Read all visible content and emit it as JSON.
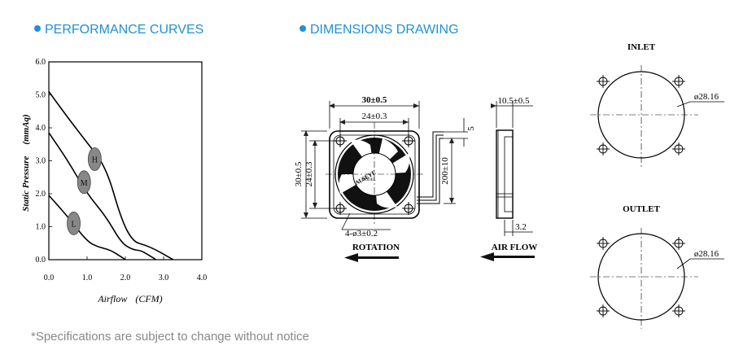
{
  "headers": {
    "performance": "PERFORMANCE CURVES",
    "dimensions": "DIMENSIONS DRAWING"
  },
  "accent_color": "#1f90d8",
  "chart_data": {
    "type": "line",
    "xlabel": "Airflow",
    "xunit": "(CFM)",
    "ylabel": "Static Pressure",
    "yunit": "(mmAq)",
    "xlim": [
      0,
      4.0
    ],
    "ylim": [
      0,
      6.0
    ],
    "xticks": [
      "0.0",
      "1.0",
      "2.0",
      "3.0",
      "4.0"
    ],
    "yticks": [
      "0.0",
      "1.0",
      "2.0",
      "3.0",
      "4.0",
      "5.0",
      "6.0"
    ],
    "series": [
      {
        "name": "H",
        "x": [
          0,
          0.5,
          1.0,
          1.5,
          1.9,
          2.2,
          2.5,
          2.8,
          3.1,
          3.25
        ],
        "y": [
          5.1,
          4.3,
          3.55,
          2.8,
          1.2,
          0.55,
          0.45,
          0.3,
          0.1,
          0
        ]
      },
      {
        "name": "M",
        "x": [
          0,
          0.5,
          1.0,
          1.5,
          1.9,
          2.2,
          2.4,
          2.6,
          2.8
        ],
        "y": [
          3.85,
          3.0,
          2.0,
          1.3,
          0.5,
          0.3,
          0.28,
          0.15,
          0
        ]
      },
      {
        "name": "L",
        "x": [
          0,
          0.5,
          1.0,
          1.3,
          1.6,
          1.9,
          2.0
        ],
        "y": [
          1.95,
          1.3,
          0.55,
          0.38,
          0.3,
          0.08,
          0
        ]
      }
    ]
  },
  "drawing": {
    "width_label": "30±0.5",
    "hole_spacing_top": "24±0.3",
    "height_label": "30±0.5",
    "hole_spacing_side": "24±0.3",
    "holes_label": "4-ø3±0.2",
    "lead_length": "200±10",
    "lead_offset": "5",
    "depth_label": "10.5±0.5",
    "base_label": "3.2",
    "brand": "ALSEYE",
    "model_text": "MODEL",
    "rotation": "ROTATION",
    "airflow": "AIR FLOW",
    "inlet": "INLET",
    "outlet": "OUTLET",
    "diameter": "ø28.16"
  },
  "footer_note": "*Specifications are subject to change without notice"
}
